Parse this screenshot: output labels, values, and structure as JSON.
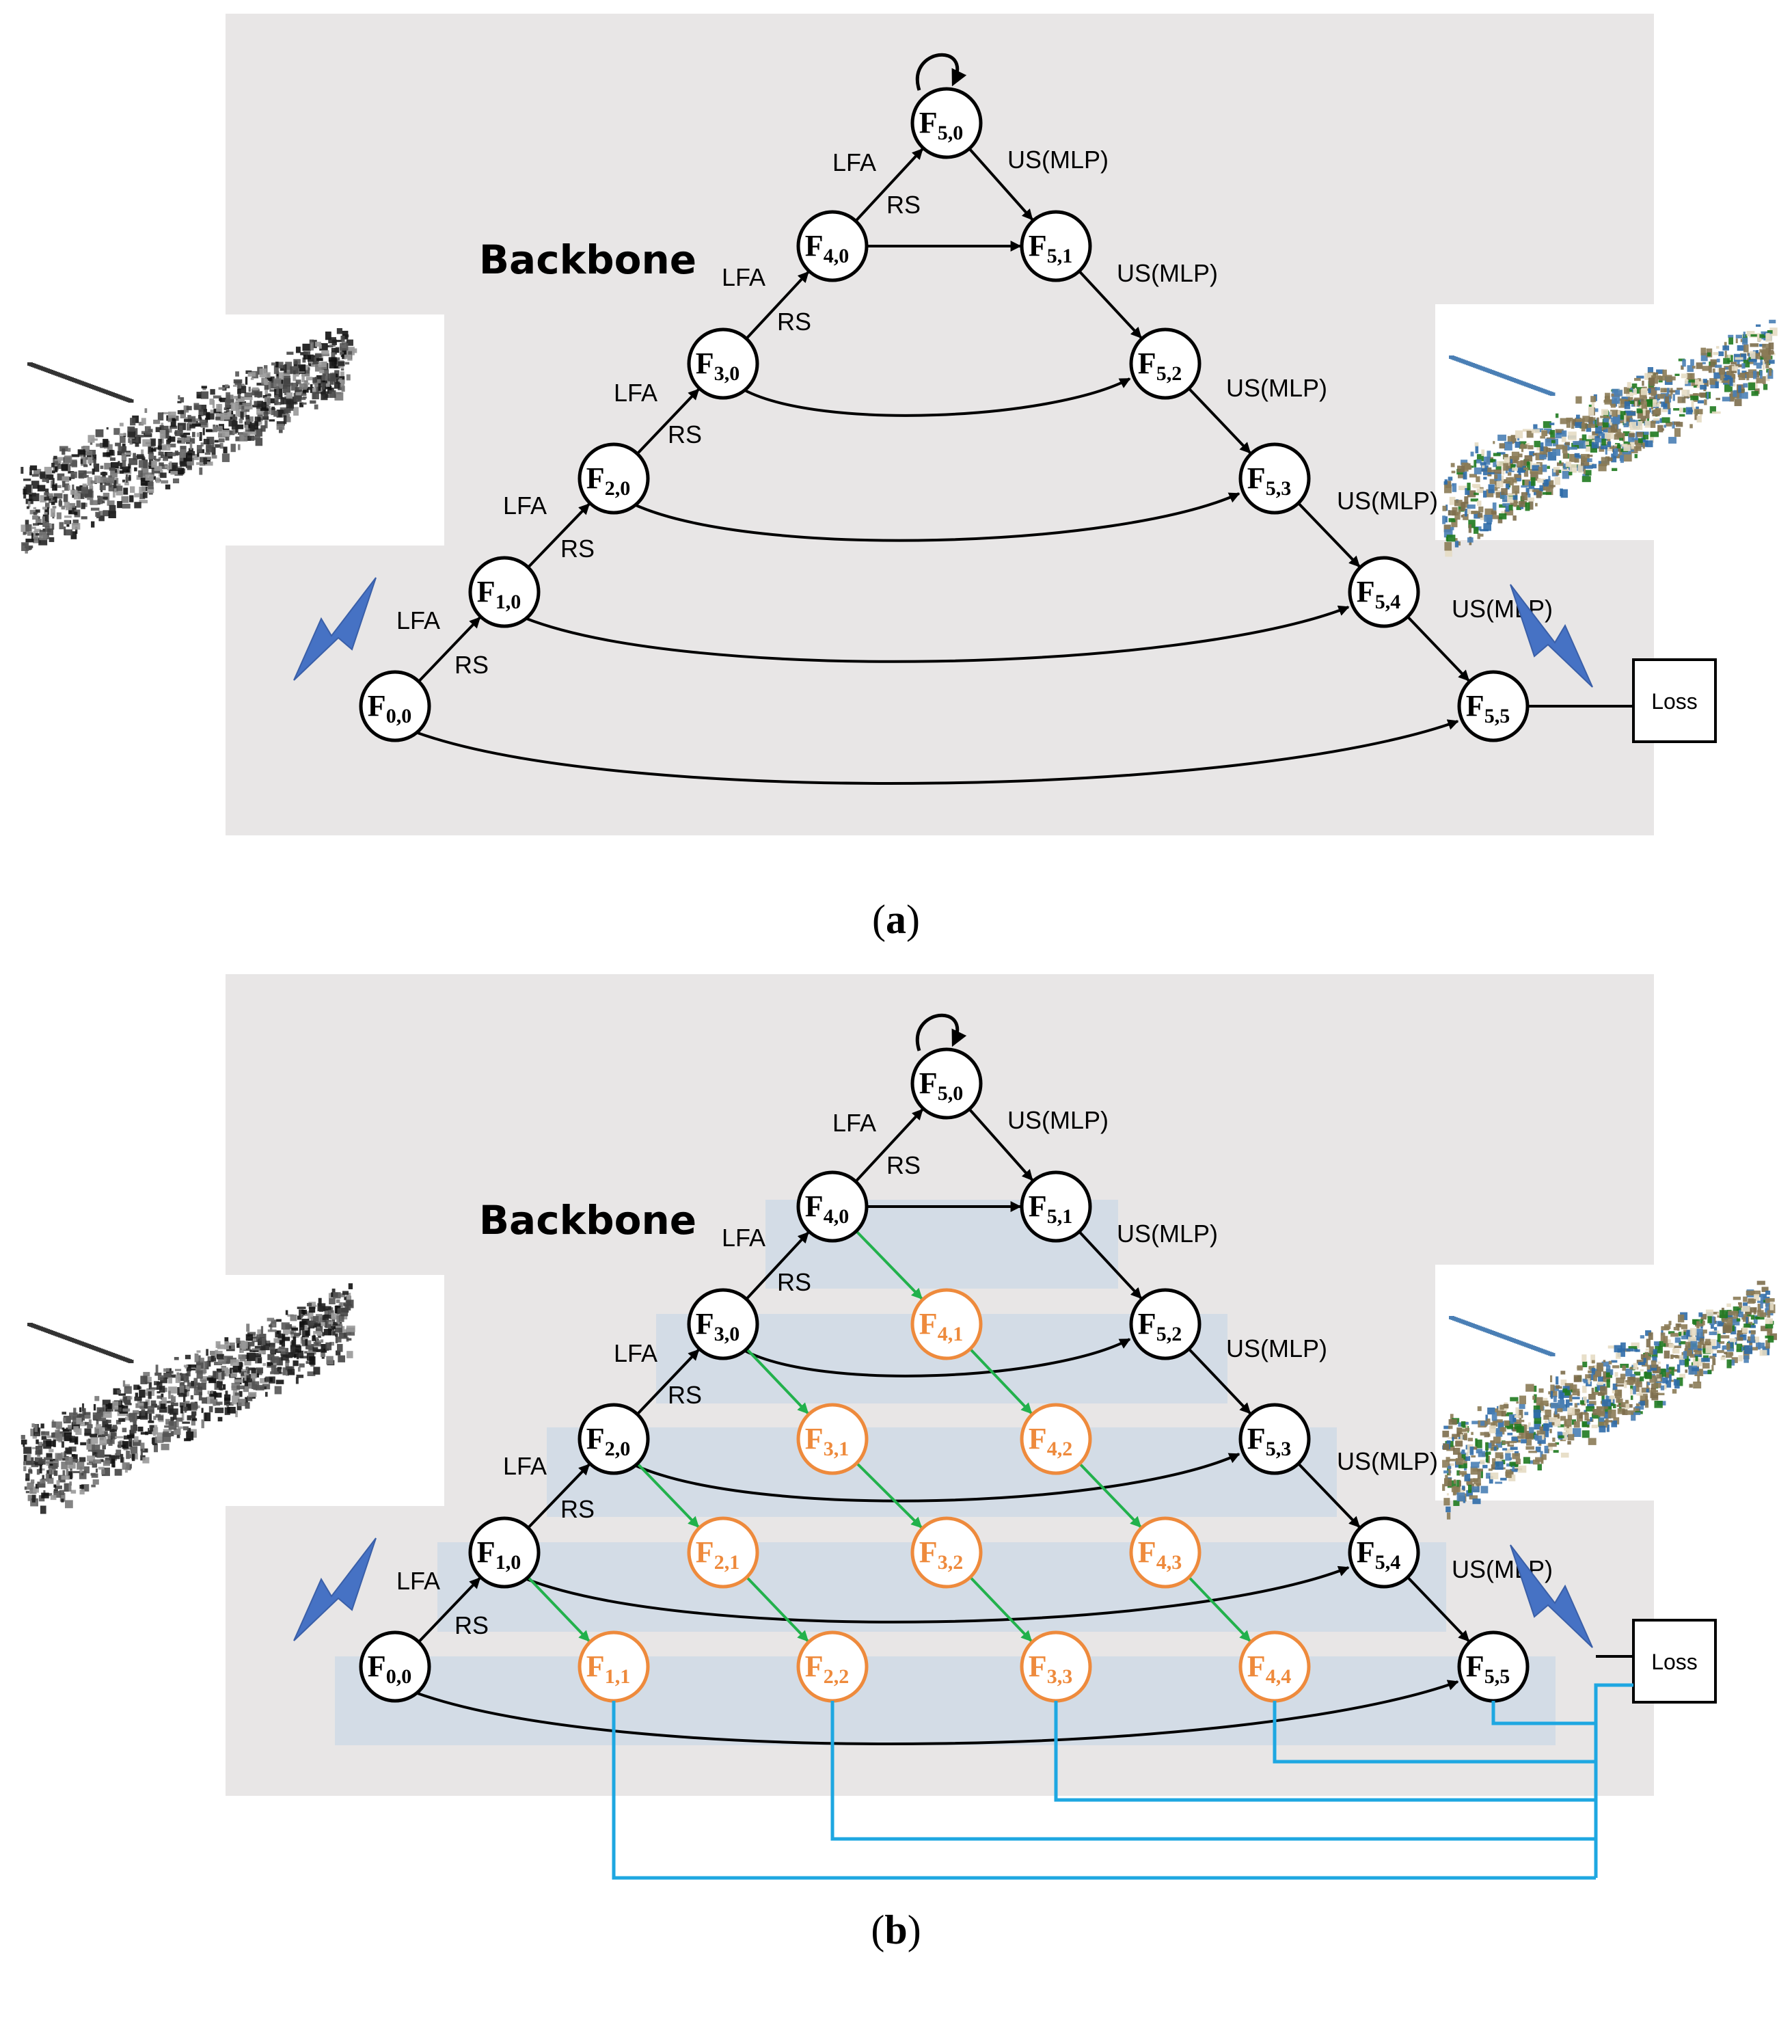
{
  "colors": {
    "panel_bg": "#e8e6e6",
    "band_bg": "#d3dce6",
    "node_fill": "#ffffff",
    "node_stroke": "#000000",
    "nested_node_stroke": "#ee8a3c",
    "nested_text": "#ee8a3c",
    "green_arrow": "#22b14c",
    "loss_line": "#1ea7e1",
    "input_arrow": "#4672c4"
  },
  "panels": [
    {
      "id": "a",
      "title": "Backbone",
      "caption_open": "(",
      "caption_letter": "a",
      "caption_close": ")",
      "loss_label": "Loss",
      "backbone_nodes": [
        {
          "id": "F00",
          "main": "F",
          "sub": "0,0"
        },
        {
          "id": "F10",
          "main": "F",
          "sub": "1,0"
        },
        {
          "id": "F20",
          "main": "F",
          "sub": "2,0"
        },
        {
          "id": "F30",
          "main": "F",
          "sub": "3,0"
        },
        {
          "id": "F40",
          "main": "F",
          "sub": "4,0"
        },
        {
          "id": "F50",
          "main": "F",
          "sub": "5,0"
        },
        {
          "id": "F51",
          "main": "F",
          "sub": "5,1"
        },
        {
          "id": "F52",
          "main": "F",
          "sub": "5,2"
        },
        {
          "id": "F53",
          "main": "F",
          "sub": "5,3"
        },
        {
          "id": "F54",
          "main": "F",
          "sub": "5,4"
        },
        {
          "id": "F55",
          "main": "F",
          "sub": "5,5"
        }
      ],
      "edge_labels": {
        "lfa": [
          "LFA",
          "LFA",
          "LFA",
          "LFA",
          "LFA"
        ],
        "rs": [
          "RS",
          "RS",
          "RS",
          "RS",
          "RS"
        ],
        "us": [
          "US(MLP)",
          "US(MLP)",
          "US(MLP)",
          "US(MLP)",
          "US(MLP)"
        ]
      }
    },
    {
      "id": "b",
      "title": "Backbone",
      "caption_open": "(",
      "caption_letter": "b",
      "caption_close": ")",
      "loss_label": "Loss",
      "backbone_nodes": [
        {
          "id": "F00",
          "main": "F",
          "sub": "0,0"
        },
        {
          "id": "F10",
          "main": "F",
          "sub": "1,0"
        },
        {
          "id": "F20",
          "main": "F",
          "sub": "2,0"
        },
        {
          "id": "F30",
          "main": "F",
          "sub": "3,0"
        },
        {
          "id": "F40",
          "main": "F",
          "sub": "4,0"
        },
        {
          "id": "F50",
          "main": "F",
          "sub": "5,0"
        },
        {
          "id": "F51",
          "main": "F",
          "sub": "5,1"
        },
        {
          "id": "F52",
          "main": "F",
          "sub": "5,2"
        },
        {
          "id": "F53",
          "main": "F",
          "sub": "5,3"
        },
        {
          "id": "F54",
          "main": "F",
          "sub": "5,4"
        },
        {
          "id": "F55",
          "main": "F",
          "sub": "5,5"
        }
      ],
      "nested_nodes": [
        {
          "id": "F11",
          "main": "F",
          "sub": "1,1"
        },
        {
          "id": "F21",
          "main": "F",
          "sub": "2,1"
        },
        {
          "id": "F22",
          "main": "F",
          "sub": "2,2"
        },
        {
          "id": "F31",
          "main": "F",
          "sub": "3,1"
        },
        {
          "id": "F32",
          "main": "F",
          "sub": "3,2"
        },
        {
          "id": "F33",
          "main": "F",
          "sub": "3,3"
        },
        {
          "id": "F41",
          "main": "F",
          "sub": "4,1"
        },
        {
          "id": "F42",
          "main": "F",
          "sub": "4,2"
        },
        {
          "id": "F43",
          "main": "F",
          "sub": "4,3"
        },
        {
          "id": "F44",
          "main": "F",
          "sub": "4,4"
        }
      ],
      "edge_labels": {
        "lfa": [
          "LFA",
          "LFA",
          "LFA",
          "LFA",
          "LFA"
        ],
        "rs": [
          "RS",
          "RS",
          "RS",
          "RS",
          "RS"
        ],
        "us": [
          "US(MLP)",
          "US(MLP)",
          "US(MLP)",
          "US(MLP)",
          "US(MLP)"
        ]
      }
    }
  ]
}
